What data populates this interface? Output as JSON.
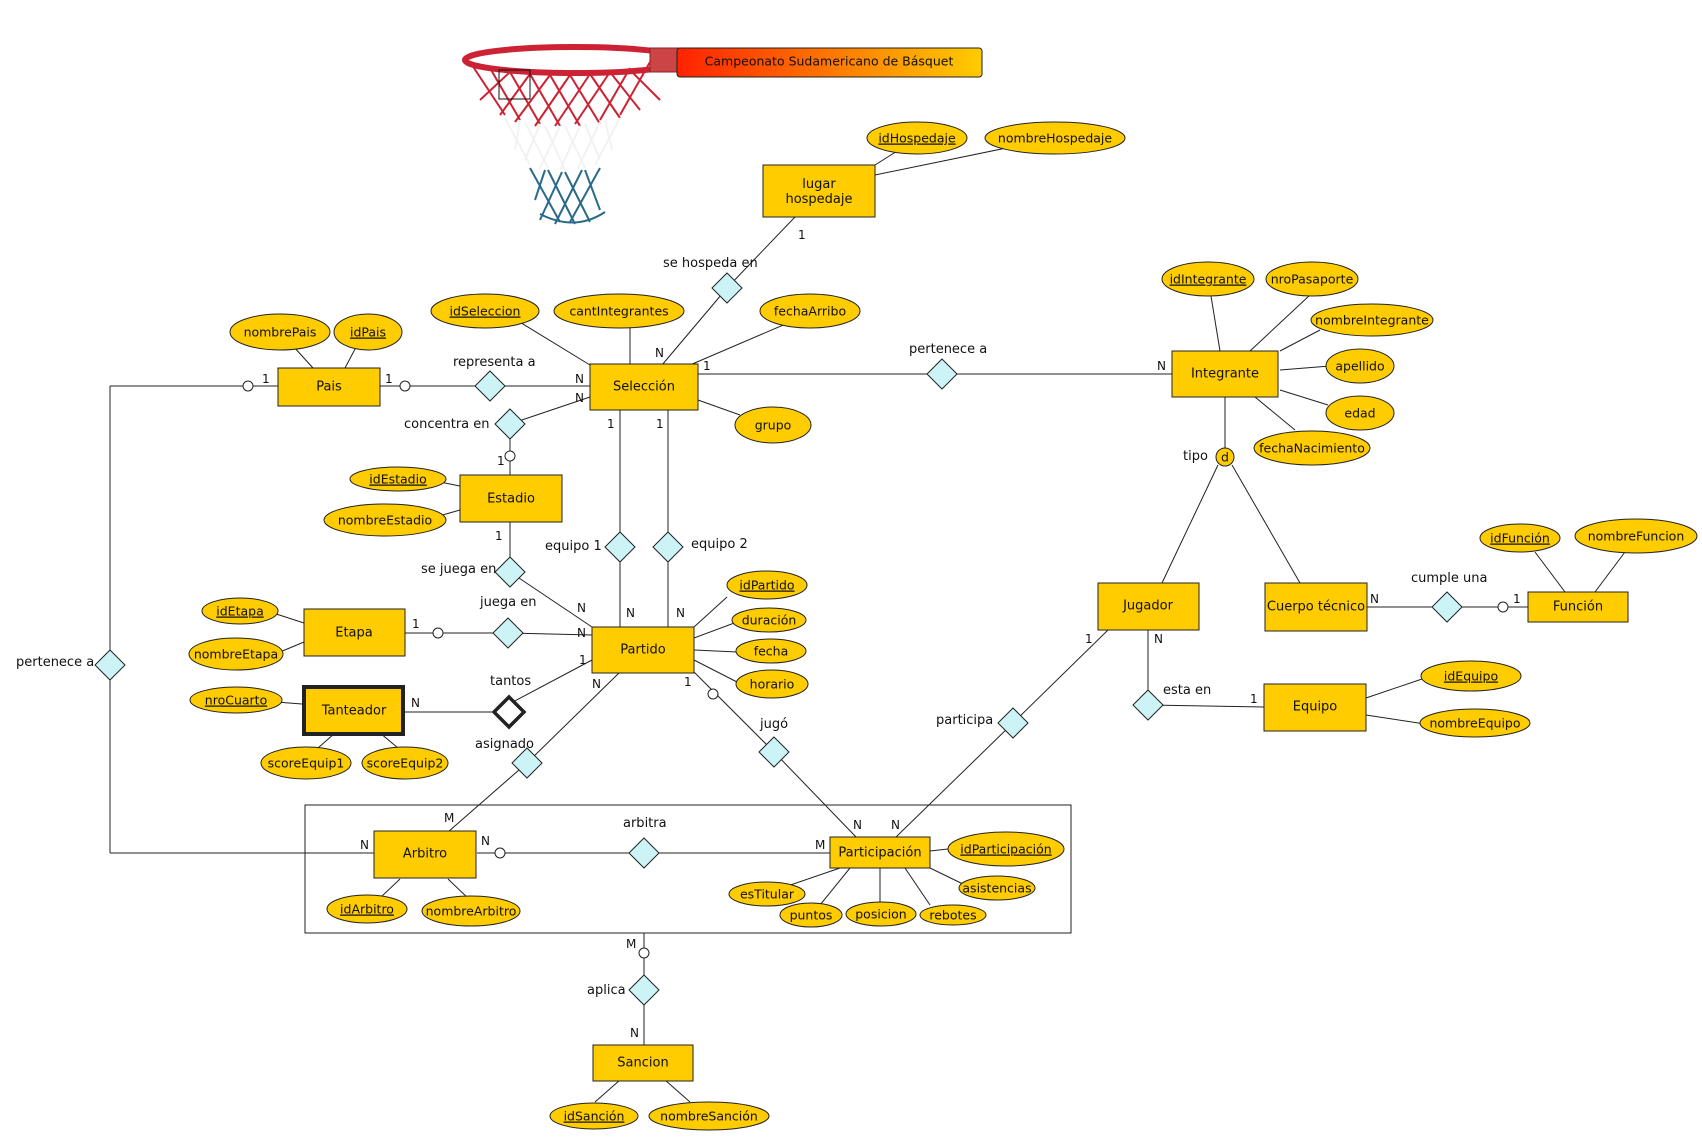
{
  "title": "Campeonato Sudamericano de Básquet",
  "colors": {
    "entity_fill": "#ffcc00",
    "relationship_fill": "#ccf4f7",
    "banner_gradient_start": "#ff2200",
    "banner_gradient_end": "#ffcc00",
    "net_red": "#cc2233",
    "net_white": "#f2f2f2",
    "net_blue": "#2a6a8a"
  },
  "images": {
    "basketball_hoop": "basketball-hoop-icon"
  },
  "entities": {
    "lugar_hospedaje": "lugar\nhospedaje",
    "pais": "Pais",
    "seleccion": "Selección",
    "integrante": "Integrante",
    "estadio": "Estadio",
    "etapa": "Etapa",
    "partido": "Partido",
    "tanteador": "Tanteador",
    "jugador": "Jugador",
    "cuerpo_tecnico": "Cuerpo técnico",
    "funcion": "Función",
    "equipo": "Equipo",
    "arbitro": "Arbitro",
    "participacion": "Participación",
    "sancion": "Sancion"
  },
  "attributes": {
    "idHospedaje": "idHospedaje",
    "nombreHospedaje": "nombreHospedaje",
    "nombrePais": "nombrePais",
    "idPais": "idPais",
    "idSeleccion": "idSeleccion",
    "cantIntegrantes": "cantIntegrantes",
    "fechaArribo": "fechaArribo",
    "grupo": "grupo",
    "idIntegrante": "idIntegrante",
    "nroPasaporte": "nroPasaporte",
    "nombreIntegrante": "nombreIntegrante",
    "apellido": "apellido",
    "edad": "edad",
    "fechaNacimiento": "fechaNacimiento",
    "idEstadio": "idEstadio",
    "nombreEstadio": "nombreEstadio",
    "idEtapa": "idEtapa",
    "nombreEtapa": "nombreEtapa",
    "idPartido": "idPartido",
    "duracion": "duración",
    "fecha": "fecha",
    "horario": "horario",
    "nroCuarto": "nroCuarto",
    "scoreEquip1": "scoreEquip1",
    "scoreEquip2": "scoreEquip2",
    "idFuncion": "idFunción",
    "nombreFuncion": "nombreFuncion",
    "idEquipo": "idEquipo",
    "nombreEquipo": "nombreEquipo",
    "idArbitro": "idArbitro",
    "nombreArbitro": "nombreArbitro",
    "idParticipacion": "idParticipación",
    "esTitular": "esTitular",
    "puntos": "puntos",
    "posicion": "posicion",
    "rebotes": "rebotes",
    "asistencias": "asistencias",
    "idSancion": "idSanción",
    "nombreSancion": "nombreSanción"
  },
  "relationships": {
    "se_hospeda_en": "se hospeda en",
    "representa_a": "representa a",
    "concentra_en": "concentra en",
    "pertenece_a_integrante": "pertenece a",
    "equipo_1": "equipo 1",
    "equipo_2": "equipo 2",
    "se_juega_en": "se juega en",
    "juega_en": "juega en",
    "tantos": "tantos",
    "asignado": "asignado",
    "jugo": "jugó",
    "participa": "participa",
    "cumple_una": "cumple una",
    "esta_en": "esta en",
    "arbitra": "arbitra",
    "pertenece_a_arbitro": "pertenece a",
    "aplica": "aplica"
  },
  "specialization": {
    "label": "tipo",
    "symbol": "d"
  },
  "cardinalities": {
    "hospedaje_1": "1",
    "seleccion_hosp_N": "N",
    "pais_rep_1": "1",
    "seleccion_rep_N": "N",
    "pais_per_1": "1",
    "seleccion_conc_N": "N",
    "estadio_conc_1": "1",
    "seleccion_int_1": "1",
    "integrante_N": "N",
    "seleccion_eq1_1": "1",
    "seleccion_eq2_1": "1",
    "partido_eq1_N": "N",
    "partido_eq2_N": "N",
    "estadio_jue_1": "1",
    "partido_jue_N": "N",
    "etapa_1": "1",
    "partido_etapa_N": "N",
    "partido_tantos_1": "1",
    "tanteador_N": "N",
    "partido_asig_N": "N",
    "arbitro_asig_M": "M",
    "partido_jugo_1": "1",
    "participacion_jugo_N": "N",
    "jugador_part_1": "1",
    "participacion_part_N": "N",
    "jugador_esta_N": "N",
    "equipo_1": "1",
    "cuerpo_N": "N",
    "funcion_1": "1",
    "arbitro_per_N": "N",
    "arbitro_arb_N": "N",
    "participacion_arb_M": "M",
    "agg_aplica_M": "M",
    "sancion_N": "N"
  }
}
